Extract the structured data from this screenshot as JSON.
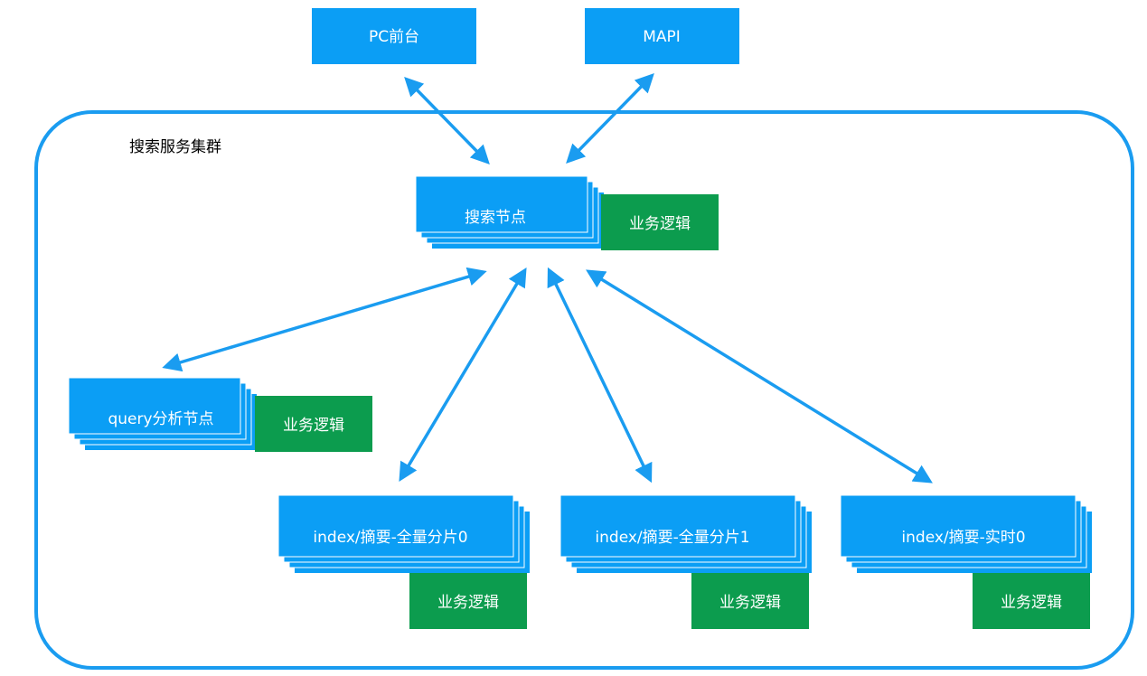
{
  "colors": {
    "node_blue": "#0b9ef5",
    "logic_green": "#0c9c4e",
    "cluster_border": "#1a9cf0",
    "arrow": "#1a9cf0"
  },
  "clients": {
    "pc_frontend": "PC前台",
    "mapi": "MAPI"
  },
  "cluster": {
    "label": "搜索服务集群"
  },
  "search_node": {
    "label": "搜索节点",
    "logic": "业务逻辑"
  },
  "query_node": {
    "label": "query分析节点",
    "logic": "业务逻辑"
  },
  "shards": [
    {
      "label": "index/摘要-全量分片0",
      "logic": "业务逻辑"
    },
    {
      "label": "index/摘要-全量分片1",
      "logic": "业务逻辑"
    },
    {
      "label": "index/摘要-实时0",
      "logic": "业务逻辑"
    }
  ],
  "connections": [
    {
      "from": "PC前台",
      "to": "搜索节点",
      "direction": "bidirectional"
    },
    {
      "from": "MAPI",
      "to": "搜索节点",
      "direction": "bidirectional"
    },
    {
      "from": "搜索节点",
      "to": "query分析节点",
      "direction": "bidirectional"
    },
    {
      "from": "搜索节点",
      "to": "index/摘要-全量分片0",
      "direction": "bidirectional"
    },
    {
      "from": "搜索节点",
      "to": "index/摘要-全量分片1",
      "direction": "bidirectional"
    },
    {
      "from": "搜索节点",
      "to": "index/摘要-实时0",
      "direction": "bidirectional"
    }
  ]
}
